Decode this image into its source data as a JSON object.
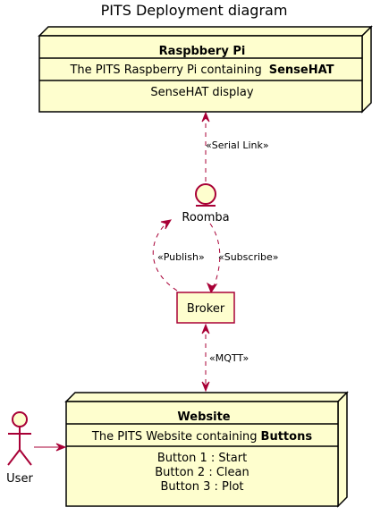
{
  "diagram": {
    "title": "PITS Deployment diagram",
    "colors": {
      "node_fill": "#FEFECE",
      "stroke_node": "#000000",
      "stroke_accent": "#A80036",
      "background": "#FFFFFF"
    },
    "nodes": {
      "raspberry": {
        "title": "Raspbbery Pi",
        "desc_prefix": "The PITS Raspberry Pi containing",
        "desc_bold": "SenseHAT",
        "item": "SenseHAT display"
      },
      "website": {
        "title": "Website",
        "desc_prefix": "The PITS Website containing",
        "desc_bold": "Buttons",
        "items": [
          "Button 1 : Start",
          "Button 2 : Clean",
          "Button 3 : Plot"
        ]
      },
      "roomba": {
        "label": "Roomba"
      },
      "broker": {
        "label": "Broker"
      },
      "user": {
        "label": "User"
      }
    },
    "edges": {
      "serial": "«Serial Link»",
      "publish": "«Publish»",
      "subscribe": "«Subscribe»",
      "mqtt": "«MQTT»"
    }
  }
}
